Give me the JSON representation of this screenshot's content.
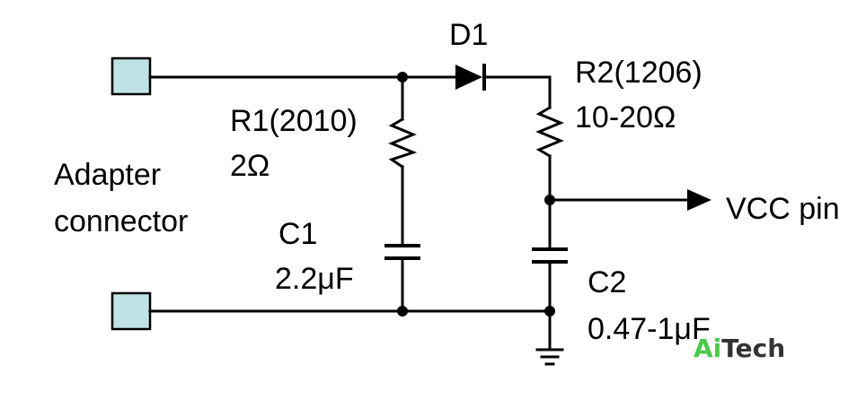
{
  "labels": {
    "d1": "D1",
    "r1_name": "R1(2010)",
    "r1_value": "2Ω",
    "r2_name": "R2(1206)",
    "r2_value": "10-20Ω",
    "c1_name": "C1",
    "c1_value": "2.2μF",
    "c2_name": "C2",
    "c2_value": "0.47-1μF",
    "adapter_line1": "Adapter",
    "adapter_line2": "connector",
    "vcc": "VCC pin"
  },
  "watermark": {
    "part1": "Ai",
    "part2": "Tech"
  },
  "colors": {
    "pad_fill": "#bfe3e4",
    "watermark_green": "#4cc94c",
    "watermark_dark": "#333333"
  }
}
